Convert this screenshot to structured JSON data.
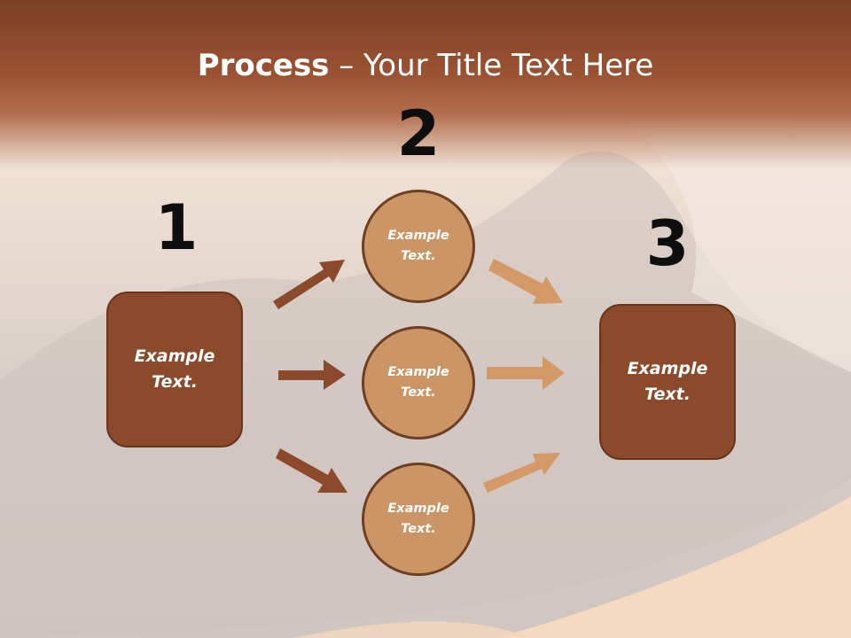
{
  "title": {
    "bold": "Process",
    "rest": " – Your Title Text Here"
  },
  "steps": [
    {
      "number": "1",
      "text": "Example Text."
    },
    {
      "number": "2"
    },
    {
      "number": "3",
      "text": "Example Text."
    }
  ],
  "circles": [
    {
      "text": "Example Text."
    },
    {
      "text": "Example Text."
    },
    {
      "text": "Example Text."
    }
  ],
  "colors": {
    "header": "#9b5333",
    "box": "#8b4a2c",
    "circle": "#cc9566",
    "arrow_dark": "#8b4a2c",
    "arrow_light": "#d39a68"
  }
}
